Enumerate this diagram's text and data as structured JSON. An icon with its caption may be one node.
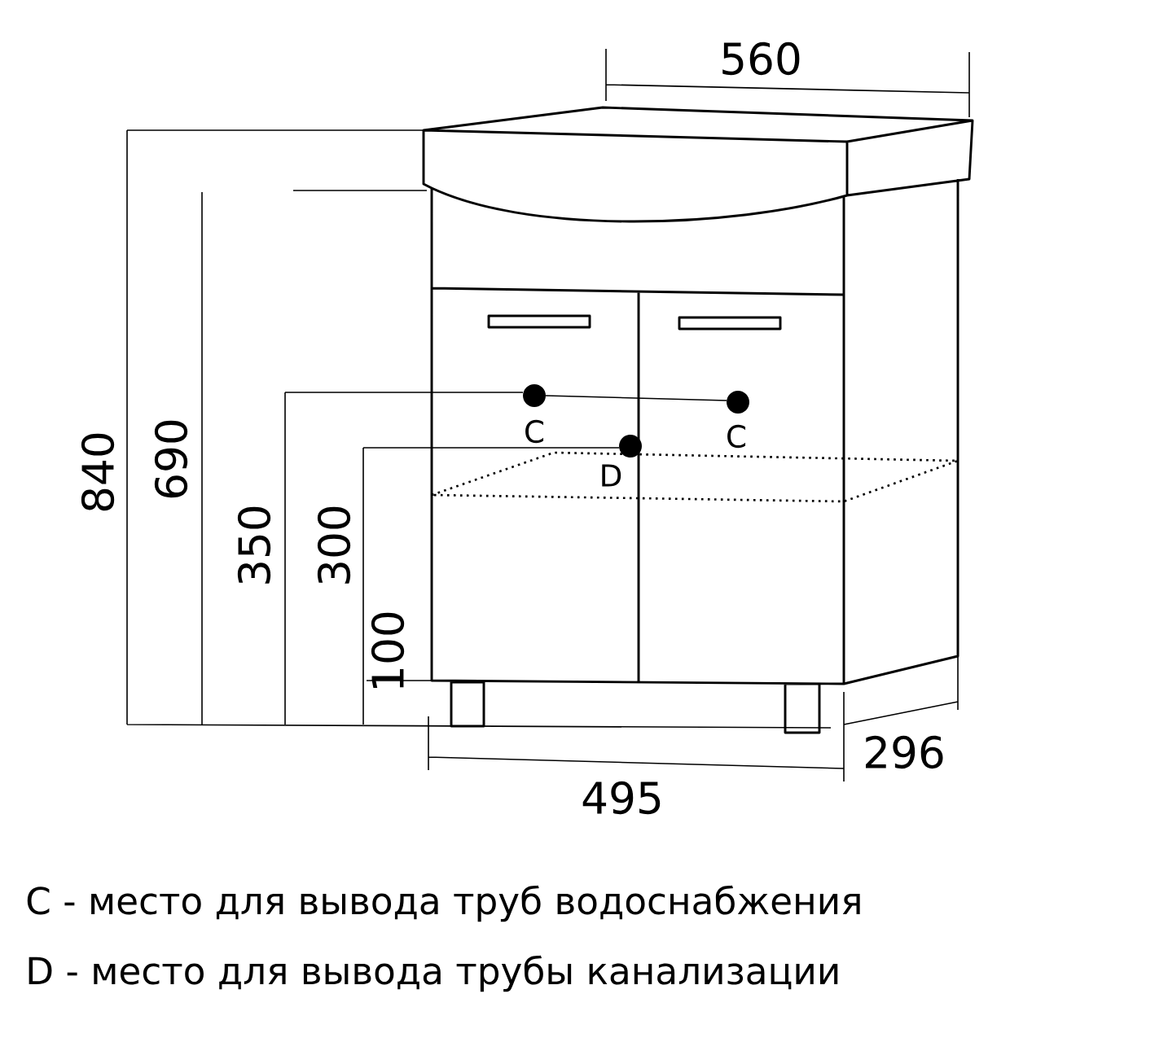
{
  "diagram": {
    "labels": [
      "560",
      "840",
      "690",
      "350",
      "300",
      "100",
      "495",
      "296",
      "C",
      "C",
      "D",
      "C - место для вывода труб водоснабжения",
      "D - место для вывода трубы канализации"
    ]
  }
}
